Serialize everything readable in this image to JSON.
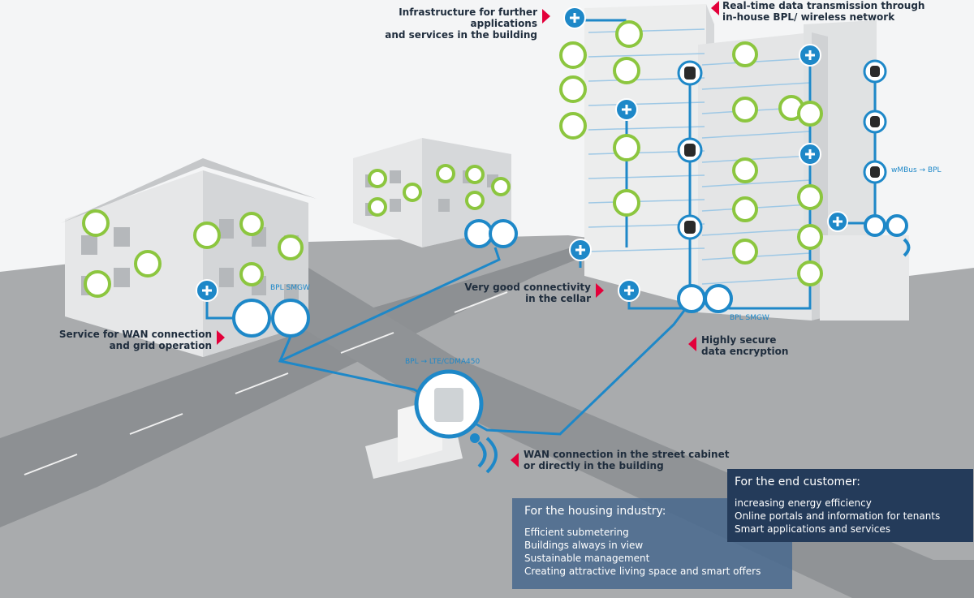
{
  "callouts": {
    "infrastructure": [
      "Infrastructure for further applications",
      "and services in the building"
    ],
    "realtime": [
      "Real-time data transmission through",
      "in-house BPL/ wireless network"
    ],
    "cellar": [
      "Very good connectivity",
      "in the cellar"
    ],
    "wan_service": [
      "Service for WAN connection",
      "and grid operation"
    ],
    "secure": [
      "Highly secure",
      "data encryption"
    ],
    "wan_connection": [
      "WAN connection in the street cabinet",
      "or directly in the building"
    ]
  },
  "tags": {
    "bpl_smgw_left": "BPL SMGW",
    "bpl_smgw_right": "BPL SMGW",
    "bpl_lte": "BPL → LTE/CDMA450",
    "wmbus": "wMBus → BPL"
  },
  "panels": {
    "housing": {
      "title": "For the housing industry:",
      "items": [
        "Efficient submetering",
        "Buildings always in view",
        "Sustainable management",
        "Creating attractive living space and smart offers"
      ]
    },
    "customer": {
      "title": "For the end customer:",
      "items": [
        "increasing energy efficiency",
        "Online portals and information for tenants",
        "Smart applications and services"
      ]
    }
  },
  "colors": {
    "network_line": "#1e88c8",
    "device_green": "#8cc63f",
    "accent_red": "#e3003a",
    "panel_dark": "#243b5a",
    "panel_mid": "#4a6a8e"
  }
}
